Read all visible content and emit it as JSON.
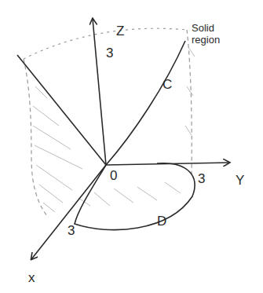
{
  "diagram": {
    "labels": [
      "Z",
      "3",
      "Solid region",
      "C",
      "3",
      "Y",
      "0",
      "3",
      "D",
      "x"
    ]
  }
}
